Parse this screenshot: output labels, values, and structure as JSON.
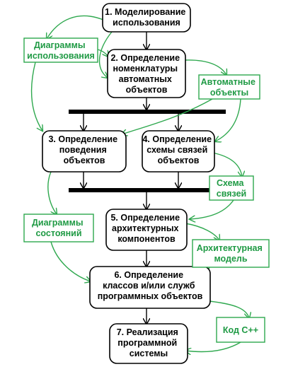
{
  "colors": {
    "process_stroke": "#000000",
    "artifact_stroke": "#2ea84e",
    "artifact_text": "#1f9a44",
    "bar": "#000000"
  },
  "processes": [
    {
      "id": "p1",
      "lines": [
        "1. Моделирование",
        "использования"
      ]
    },
    {
      "id": "p2",
      "lines": [
        "2. Определение",
        "номенклатуры",
        "автоматных",
        "объектов"
      ]
    },
    {
      "id": "p3",
      "lines": [
        "3. Определение",
        "поведения",
        "объектов"
      ]
    },
    {
      "id": "p4",
      "lines": [
        "4. Определение",
        "схемы связей",
        "объектов"
      ]
    },
    {
      "id": "p5",
      "lines": [
        "5. Определение",
        "архитектурных",
        "компонентов"
      ]
    },
    {
      "id": "p6",
      "lines": [
        "6. Определение",
        "классов и/или служб",
        "программных объектов"
      ]
    },
    {
      "id": "p7",
      "lines": [
        "7. Реализация",
        "программной",
        "системы"
      ]
    }
  ],
  "artifacts": [
    {
      "id": "a1",
      "lines": [
        "Диаграммы",
        "использования"
      ]
    },
    {
      "id": "a2",
      "lines": [
        "Автоматные",
        "объекты"
      ]
    },
    {
      "id": "a3",
      "lines": [
        "Схема",
        "связей"
      ]
    },
    {
      "id": "a4",
      "lines": [
        "Диаграммы",
        "состояний"
      ]
    },
    {
      "id": "a5",
      "lines": [
        "Архитектурная",
        "модель"
      ]
    },
    {
      "id": "a6",
      "lines": [
        "Код C++"
      ]
    }
  ]
}
